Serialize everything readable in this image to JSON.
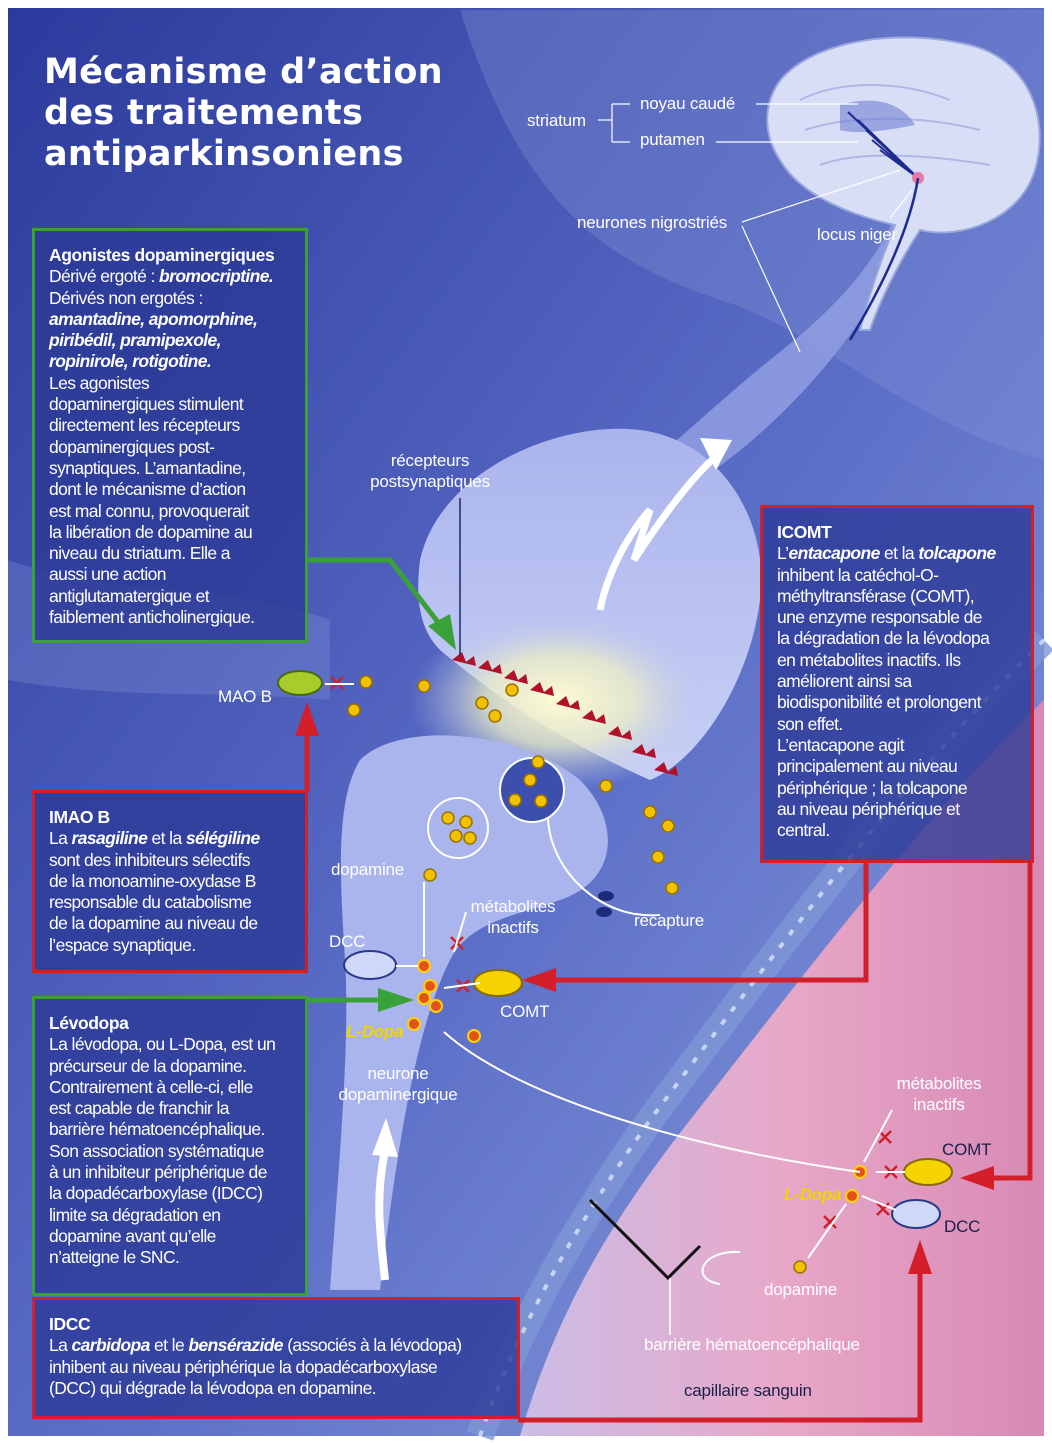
{
  "title": {
    "line1": "Mécanisme d’action",
    "line2": "des traitements",
    "line3": "antiparkinsoniens"
  },
  "labels": {
    "striatum": "striatum",
    "noyau_caude": "noyau caudé",
    "putamen": "putamen",
    "neurones_nigrostries": "neurones nigrostriés",
    "locus_niger": "locus niger",
    "recepteurs_1": "récepteurs",
    "recepteurs_2": "postsynaptiques",
    "mao_b": "MAO B",
    "dopamine_top": "dopamine",
    "metabolites_1": "métabolites",
    "metabolites_2": "inactifs",
    "recapture": "recapture",
    "dcc_left": "DCC",
    "comt_center": "COMT",
    "ldopa_center": "L-Dopa",
    "neurone_1": "neurone",
    "neurone_2": "dopaminergique",
    "metabolites_r1": "métabolites",
    "metabolites_r2": "inactifs",
    "comt_right": "COMT",
    "ldopa_right": "L-Dopa",
    "dcc_right": "DCC",
    "dopamine_bottom": "dopamine",
    "barriere": "barrière hématoencéphalique",
    "capillaire": "capillaire sanguin"
  },
  "boxes": {
    "agonistes": {
      "heading": "Agonistes dopaminergiques",
      "l1a": "Dérivé ergoté : ",
      "l1b": "bromocriptine.",
      "l2": "Dérivés non ergotés :",
      "l3": "amantadine, apomorphine,",
      "l4": "piribédil, pramipexole,",
      "l5": "ropinirole, rotigotine.",
      "l6": "Les agonistes",
      "l7": "dopaminergiques stimulent",
      "l8": "directement les récepteurs",
      "l9": "dopaminergiques post-",
      "l10": "synaptiques. L’amantadine,",
      "l11": "dont le mécanisme d’action",
      "l12": "est mal connu, provoquerait",
      "l13": "la libération de dopamine au",
      "l14": "niveau du striatum. Elle a",
      "l15": "aussi une action",
      "l16": "antiglutamatergique et",
      "l17": "faiblement anticholinergique."
    },
    "icomt": {
      "heading": "ICOMT",
      "l1a": "L’",
      "l1b": "entacapone",
      "l1c": " et la ",
      "l1d": "tolcapone",
      "l2": "inhibent la catéchol-O-",
      "l3": "méthyltransférase (COMT),",
      "l4": "une enzyme responsable de",
      "l5": "la dégradation de la lévodopa",
      "l6": "en métabolites inactifs. Ils",
      "l7": "améliorent ainsi sa",
      "l8": "biodisponibilité et prolongent",
      "l9": "son effet.",
      "l10": "L’entacapone agit",
      "l11": "principalement au niveau",
      "l12": "périphérique ; la tolcapone",
      "l13": "au niveau périphérique et",
      "l14": "central."
    },
    "imaob": {
      "heading": "IMAO B",
      "l1a": "La ",
      "l1b": "rasagiline",
      "l1c": " et la ",
      "l1d": "sélégiline",
      "l2": "sont des inhibiteurs sélectifs",
      "l3": "de la monoamine-oxydase B",
      "l4": "responsable du catabolisme",
      "l5": "de la dopamine au niveau de",
      "l6": "l’espace synaptique."
    },
    "levodopa": {
      "heading": "Lévodopa",
      "l1": "La lévodopa, ou L-Dopa, est un",
      "l2": "précurseur de la dopamine.",
      "l3": "Contrairement à celle-ci, elle",
      "l4": "est capable de franchir la",
      "l5": "barrière hématoencéphalique.",
      "l6": "Son association systématique",
      "l7": "à un inhibiteur périphérique de",
      "l8": "la dopadécarboxylase (IDCC)",
      "l9": "limite sa dégradation en",
      "l10": "dopamine avant qu’elle",
      "l11": "n’atteigne le SNC."
    },
    "idcc": {
      "heading": "IDCC",
      "l1a": "La ",
      "l1b": "carbidopa",
      "l1c": " et le ",
      "l1d": "bensérazide",
      "l1e": " (associés à la lévodopa)",
      "l2": "inhibent au niveau périphérique la dopadécarboxylase",
      "l3": "(DCC) qui dégrade la lévodopa en dopamine."
    }
  },
  "colors": {
    "background": "#3b4fb0",
    "green_frame": "#3aa13a",
    "red_frame": "#d21f2a",
    "dopamine_yellow": "#f2c200",
    "vessel_pink": "#e8a4c4"
  }
}
